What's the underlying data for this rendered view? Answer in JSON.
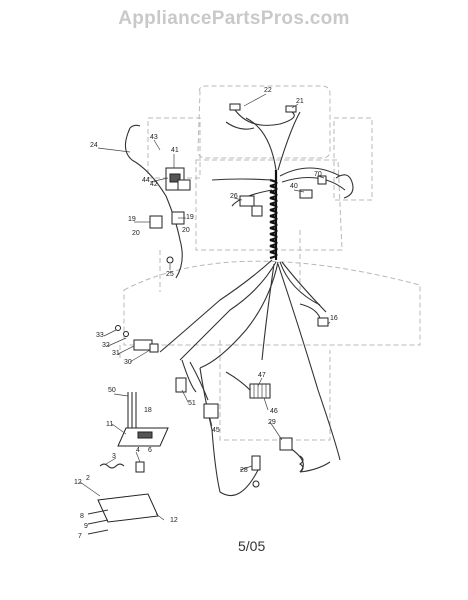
{
  "watermark": "AppliancePartsPros.com",
  "date_code": "5/05",
  "callouts": [
    "22",
    "21",
    "24",
    "43",
    "41",
    "42",
    "44",
    "26",
    "40",
    "70",
    "19",
    "20",
    "19",
    "20",
    "25",
    "16",
    "33",
    "32",
    "31",
    "30",
    "50",
    "18",
    "51",
    "47",
    "46",
    "45",
    "29",
    "11",
    "3",
    "4",
    "6",
    "2",
    "12",
    "8",
    "9",
    "7",
    "28",
    "12"
  ]
}
